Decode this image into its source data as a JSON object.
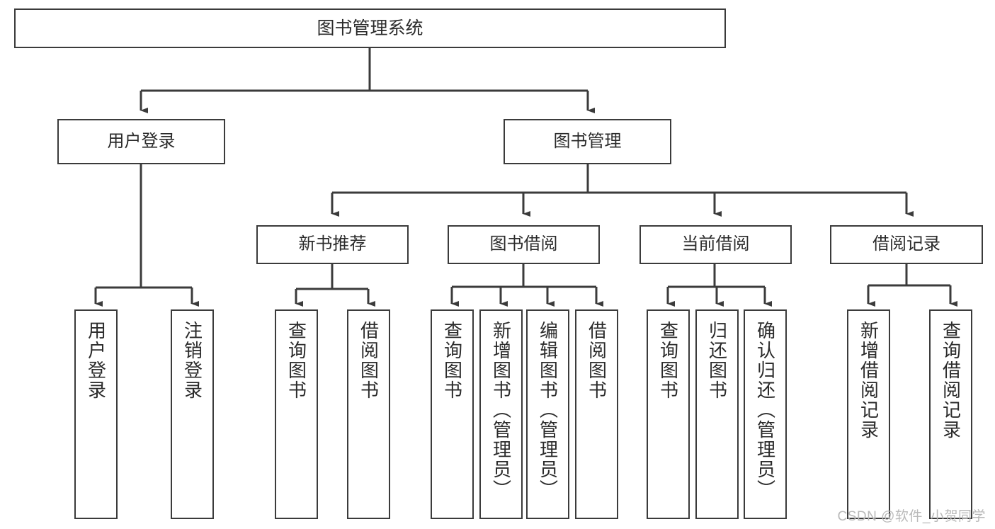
{
  "diagram": {
    "title": "图书管理系统",
    "type": "tree",
    "watermark": "CSDN @软件_小贺同学",
    "colors": {
      "box_border": "#3b3b3b",
      "connector": "#3b3b3b",
      "text": "#2b2b2b",
      "background": "#ffffff",
      "watermark": "#b9b9b9"
    },
    "nodes": {
      "root": {
        "label": "图书管理系统"
      },
      "level2": [
        {
          "id": "user-login",
          "label": "用户登录"
        },
        {
          "id": "book-manage",
          "label": "图书管理"
        }
      ],
      "level3": [
        {
          "id": "new-book-recommend",
          "label": "新书推荐",
          "parent": "book-manage"
        },
        {
          "id": "book-borrow",
          "label": "图书借阅",
          "parent": "book-manage"
        },
        {
          "id": "current-borrow",
          "label": "当前借阅",
          "parent": "book-manage"
        },
        {
          "id": "borrow-record",
          "label": "借阅记录",
          "parent": "book-manage"
        }
      ],
      "leaves": [
        {
          "id": "leaf-user-login",
          "label": "用户登录",
          "parent": "user-login"
        },
        {
          "id": "leaf-user-logout",
          "label": "注销登录",
          "parent": "user-login"
        },
        {
          "id": "leaf-query-book-1",
          "label": "查询图书",
          "parent": "new-book-recommend"
        },
        {
          "id": "leaf-borrow-book-1",
          "label": "借阅图书",
          "parent": "new-book-recommend"
        },
        {
          "id": "leaf-query-book-2",
          "label": "查询图书",
          "parent": "book-borrow"
        },
        {
          "id": "leaf-add-book",
          "label": "新增图书（管理员）",
          "parent": "book-borrow"
        },
        {
          "id": "leaf-edit-book",
          "label": "编辑图书（管理员）",
          "parent": "book-borrow"
        },
        {
          "id": "leaf-borrow-book-2",
          "label": "借阅图书",
          "parent": "book-borrow"
        },
        {
          "id": "leaf-query-book-3",
          "label": "查询图书",
          "parent": "current-borrow"
        },
        {
          "id": "leaf-return-book",
          "label": "归还图书",
          "parent": "current-borrow"
        },
        {
          "id": "leaf-confirm-return",
          "label": "确认归还（管理员）",
          "parent": "current-borrow"
        },
        {
          "id": "leaf-add-record",
          "label": "新增借阅记录",
          "parent": "borrow-record"
        },
        {
          "id": "leaf-query-record",
          "label": "查询借阅记录",
          "parent": "borrow-record"
        }
      ]
    }
  }
}
